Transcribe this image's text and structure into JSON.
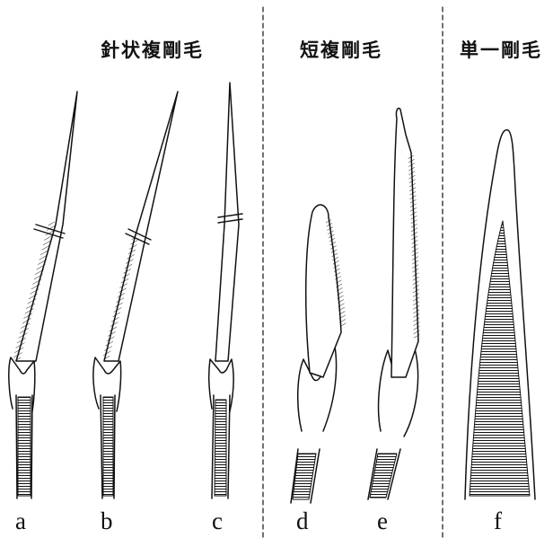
{
  "headings": {
    "group1": "針状複剛毛",
    "group2": "短複剛毛",
    "group3": "単一剛毛"
  },
  "labels": [
    "a",
    "b",
    "c",
    "d",
    "e",
    "f"
  ],
  "colors": {
    "ink": "#111111",
    "background": "#ffffff"
  }
}
